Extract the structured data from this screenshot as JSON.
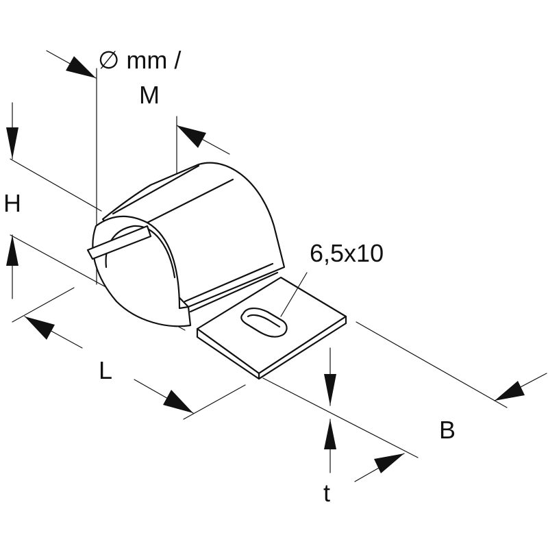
{
  "labels": {
    "diameter": "∅ mm /",
    "thread": "M",
    "height": "H",
    "hole": "6,5x10",
    "length": "L",
    "width": "B",
    "thickness": "t"
  },
  "colors": {
    "ink": "#111111",
    "background": "#ffffff"
  }
}
